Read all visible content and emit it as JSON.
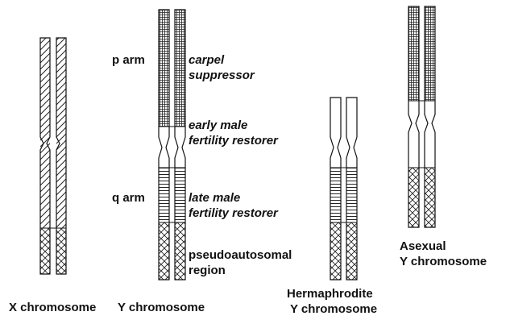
{
  "figure": {
    "colors": {
      "ink": "#111111",
      "background": "#ffffff"
    },
    "pattern_names": [
      "diagonal-hatch",
      "fine-grid",
      "horizontal-lines",
      "cross-hatch",
      "blank"
    ],
    "chromosomes": [
      {
        "caption": [
          "X chromosome"
        ],
        "bands": [
          "diagonal-hatch",
          "cross-hatch"
        ]
      },
      {
        "caption": [
          "Y chromosome"
        ],
        "bands": [
          "fine-grid",
          "blank",
          "horizontal-lines",
          "cross-hatch"
        ]
      },
      {
        "caption": [
          "Hermaphrodite",
          "Y chromosome"
        ],
        "bands": [
          "blank",
          "horizontal-lines",
          "cross-hatch"
        ]
      },
      {
        "caption": [
          "Asexual",
          "Y chromosome"
        ],
        "bands": [
          "fine-grid",
          "blank",
          "cross-hatch"
        ]
      }
    ],
    "arm_labels": {
      "p": "p arm",
      "q": "q arm"
    },
    "region_labels": {
      "carpel": [
        "carpel",
        "suppressor"
      ],
      "early": [
        "early male",
        "fertility restorer"
      ],
      "late": [
        "late male",
        "fertility restorer"
      ],
      "pseudo": [
        "pseudoautosomal",
        "region"
      ]
    }
  }
}
